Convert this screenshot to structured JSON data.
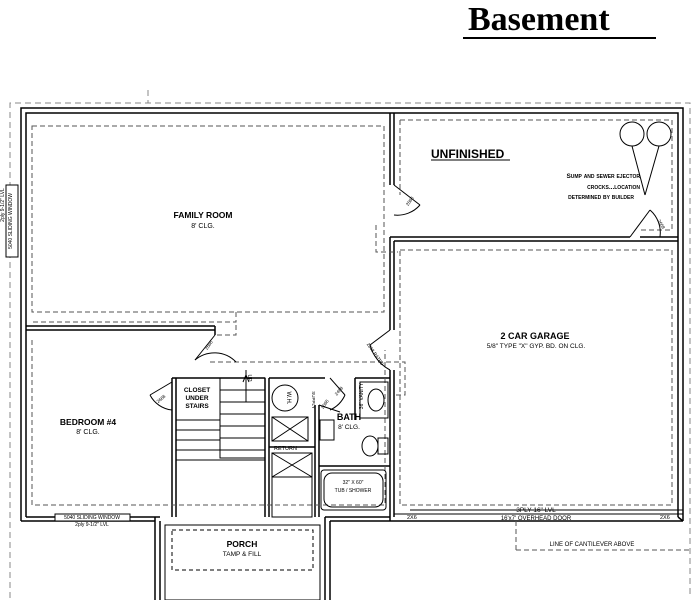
{
  "title": "Basement",
  "rooms": {
    "unfinished": "UNFINISHED",
    "family_room": {
      "name": "FAMILY ROOM",
      "ceiling": "8' CLG."
    },
    "garage": {
      "name": "2 CAR GARAGE",
      "note": "5/8\" TYPE \"X\" GYP. BD. ON CLG."
    },
    "bedroom": {
      "name": "BEDROOM #4",
      "ceiling": "8' CLG."
    },
    "bath": {
      "name": "BATH",
      "ceiling": "8' CLG."
    },
    "closet": {
      "line1": "CLOSET",
      "line2": "UNDER",
      "line3": "STAIRS"
    },
    "porch": {
      "name": "PORCH",
      "note": "TAMP & FILL"
    }
  },
  "notes": {
    "sump_line1": "Sump and sewer ejector",
    "sump_line2": "crocks...location",
    "sump_line3": "determined by builder",
    "header_3ply": "3PLY 16\" LVL",
    "overhead_door": "16'x7' OVERHEAD DOOR",
    "cantilever": "LINE OF CANTILEVER ABOVE",
    "window_bottom": "5040 SLIDING WINDOW",
    "window_bottom_header": "2ply 9-1/2\" LVL",
    "window_left": "5040 SLIDING WINDOW",
    "window_left_header": "2ply 9-1/2\" LVL",
    "tub": "32\" X 60\"",
    "tub2": "TUB / SHOWER",
    "return": "RETURN",
    "wh": "W.H.",
    "vanity": "36\" VANITY",
    "supply": "SUPPLY",
    "up": "UP",
    "twobytwo_left": "2X6",
    "twobytwo_right": "2X6"
  },
  "doors": {
    "unfinished": "2868",
    "garage_stair": "2668",
    "family": "2668",
    "bedroom": "2668",
    "garage_rated": "2868 RATED",
    "bath": "2468",
    "wh": "2068"
  }
}
